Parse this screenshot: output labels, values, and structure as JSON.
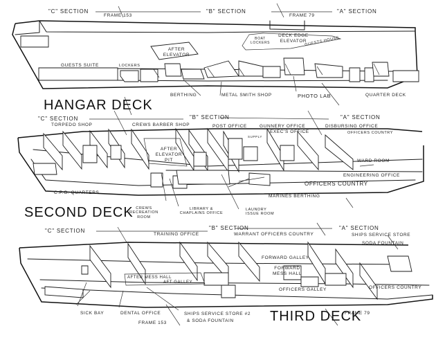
{
  "title": "Ship deck arrangement diagram",
  "decks": {
    "hangar": {
      "name": "HANGAR DECK",
      "sections": [
        "\"C\" SECTION",
        "\"B\" SECTION",
        "\"A\" SECTION"
      ],
      "frames": [
        "FRAME 153",
        "FRAME 79"
      ],
      "labels": {
        "after_elevator": "AFTER ELEVATOR",
        "deck_edge_elevator": "DECK EDGE ELEVATOR",
        "boat_lockers": "BOAT LOCKERS",
        "guests_house": "GUESTS HOUSE",
        "guests_suite": "GUESTS SUITE",
        "lockers": "LOCKERS",
        "berthing": "BERTHING",
        "metal_smith_shop": "METAL SMITH SHOP",
        "photo_lab": "PHOTO LAB",
        "quarter_deck": "QUARTER DECK"
      }
    },
    "second": {
      "name": "SECOND DECK",
      "sections": [
        "\"C\" SECTION",
        "\"B\" SECTION",
        "\"A\" SECTION"
      ],
      "labels": {
        "torpedo_shop": "TORPEDO SHOP",
        "crews_barber_shop": "CREWS BARBER SHOP",
        "post_office": "POST OFFICE",
        "gunnery_office": "GUNNERY OFFICE",
        "disbursing_office": "DISBURSING OFFICE",
        "execs_office": "EXEC'S OFFICE",
        "supply": "SUPPLY",
        "officers_country_top": "OFFICERS COUNTRY",
        "after_elevator_pit": "AFTER ELEVATOR PIT",
        "ward_room": "WARD ROOM",
        "engineering_office": "ENGINEERING OFFICE",
        "officers_country": "OFFICERS COUNTRY",
        "cpo_quarters": "C.P.O. QUARTERS",
        "marines_berthing": "MARINES BERTHING",
        "crews_recreation_room": "CREWS RECREATION ROOM",
        "library_chaplains_office": "LIBRARY & CHAPLAINS OFFICE",
        "laundry_issue_room": "LAUNDRY ISSUE ROOM"
      }
    },
    "third": {
      "name": "THIRD DECK",
      "sections": [
        "\"C\" SECTION",
        "\"B\" SECTION",
        "\"A\" SECTION"
      ],
      "frames": [
        "FRAME 153",
        "FRAME 79"
      ],
      "labels": {
        "training_office": "TRAINING OFFICE",
        "warrant_officers_country": "WARRANT OFFICERS COUNTRY",
        "ships_service_store": "SHIPS SERVICE STORE",
        "soda_fountain": "SODA FOUNTAIN",
        "forward_galley": "FORWARD GALLEY",
        "forward_mess_hall": "FORWARD MESS HALL",
        "after_mess_hall": "AFTER MESS HALL",
        "aft_galley": "AFT GALLEY",
        "officers_galley": "OFFICERS GALLEY",
        "officers_country": "OFFICERS COUNTRY",
        "sick_bay": "SICK BAY",
        "dental_office": "DENTAL OFFICE",
        "ships_service_store_2": "SHIPS SERVICE STORE #2",
        "soda_fountain_2": "& SODA FOUNTAIN"
      }
    }
  }
}
